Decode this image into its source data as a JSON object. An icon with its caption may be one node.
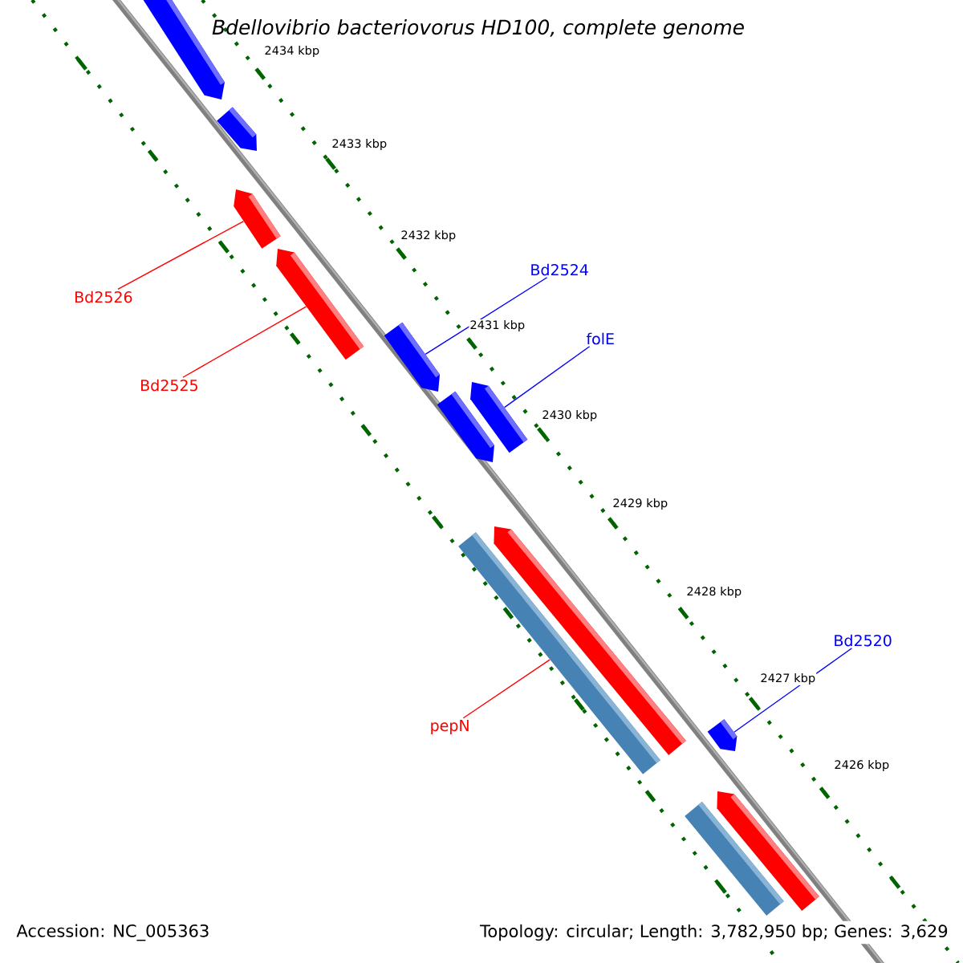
{
  "diagram": {
    "title": "Bdellovibrio bacteriovorus HD100, complete genome",
    "nodes": [
      {
        "text": [],
        "shape": "arrow"
      },
      {
        "text": [],
        "shape": "arrow"
      },
      {
        "text": [],
        "shape": "arrow"
      },
      {
        "text": [],
        "shape": "arrow"
      },
      {
        "text": [],
        "shape": "arrow"
      },
      {
        "text": [],
        "shape": "arrow"
      },
      {
        "text": [],
        "shape": "arrow"
      },
      {
        "text": [],
        "shape": "bar"
      },
      {
        "text": [],
        "shape": "arrow"
      },
      {
        "text": [],
        "shape": "arrow"
      },
      {
        "text": [],
        "shape": "bar"
      },
      {
        "text": [],
        "shape": "arrow"
      },
      {
        "text": [
          "Bd2526"
        ]
      },
      {
        "text": [
          "Bd2525"
        ]
      },
      {
        "text": [
          "Bd2524"
        ]
      },
      {
        "text": [
          "folE"
        ]
      },
      {
        "text": [
          "Bd2520"
        ]
      },
      {
        "text": [
          "pepN"
        ]
      }
    ],
    "edges": [
      {
        "from": 12,
        "to": 2,
        "arrow": "none",
        "color": "#ff0000"
      },
      {
        "from": 13,
        "to": 3,
        "arrow": "none",
        "color": "#ff0000"
      },
      {
        "from": 14,
        "to": 4,
        "arrow": "none",
        "color": "#0000ff"
      },
      {
        "from": 15,
        "to": 6,
        "arrow": "none",
        "color": "#0000ff"
      },
      {
        "from": 16,
        "to": 9,
        "arrow": "none",
        "color": "#0000ff"
      },
      {
        "from": 17,
        "to": 7,
        "arrow": "none",
        "color": "#ff0000"
      }
    ],
    "labels": [
      "2434 kbp",
      "2433 kbp",
      "2432 kbp",
      "2431 kbp",
      "2430 kbp",
      "2429 kbp",
      "2428 kbp",
      "2427 kbp",
      "2426 kbp",
      "Accession: NC_005363",
      "Topology: circular; Length: 3,782,950 bp; Genes: 3,629"
    ]
  }
}
